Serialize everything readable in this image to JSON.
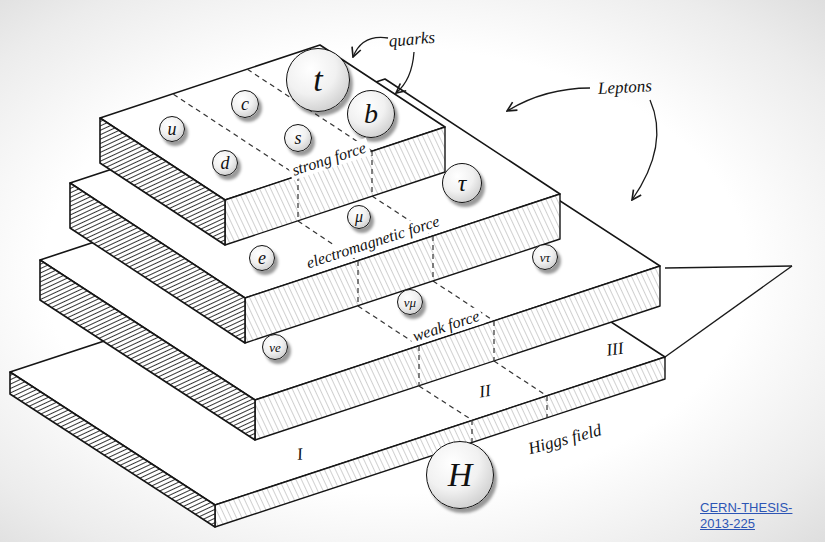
{
  "diagram": {
    "nodes": [
      {
        "text": [
          "u"
        ]
      },
      {
        "text": [
          "c"
        ]
      },
      {
        "text": [
          "t"
        ]
      },
      {
        "text": [
          "d"
        ]
      },
      {
        "text": [
          "s"
        ]
      },
      {
        "text": [
          "b"
        ]
      },
      {
        "text": [
          "e"
        ]
      },
      {
        "text": [
          "μ"
        ]
      },
      {
        "text": [
          "τ"
        ]
      },
      {
        "text": [
          "νe"
        ]
      },
      {
        "text": [
          "νμ"
        ]
      },
      {
        "text": [
          "ντ"
        ]
      },
      {
        "text": [
          "H"
        ]
      }
    ],
    "labels": [
      "quarks",
      "Leptons",
      "strong force",
      "electromagnetic force",
      "weak force",
      "I",
      "II",
      "III",
      "Higgs field",
      "CERN-THESIS-2013-225"
    ]
  }
}
